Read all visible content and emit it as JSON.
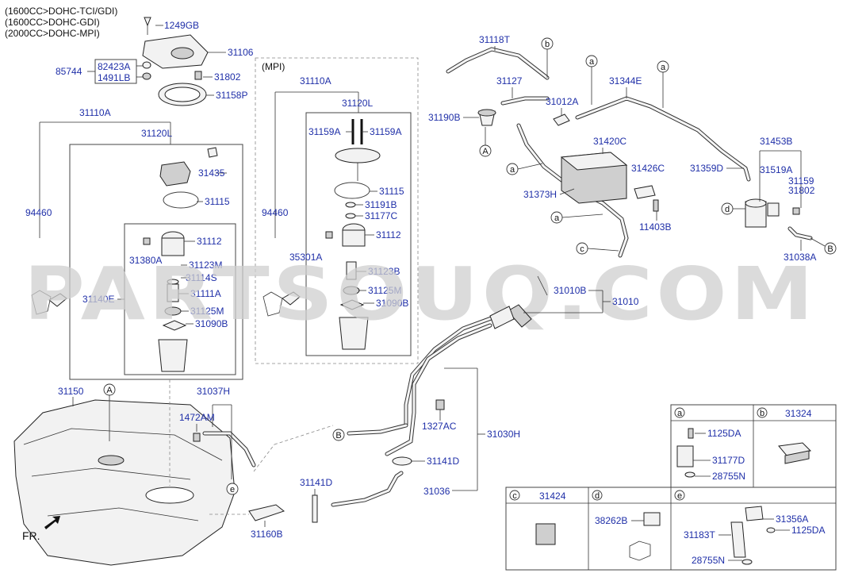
{
  "engine_notes": [
    "(1600CC>DOHC-TCI/GDI)",
    "(1600CC>DOHC-GDI)",
    "(2000CC>DOHC-MPI)"
  ],
  "mpi_label": "(MPI)",
  "watermark": "PARTSOUQ.COM",
  "fr_label": "FR.",
  "part_labels": {
    "p1249GB": "1249GB",
    "p31106": "31106",
    "p82423A": "82423A",
    "p1491LB": "1491LB",
    "p85744": "85744",
    "p31802a": "31802",
    "p31158P": "31158P",
    "p31110A_l": "31110A",
    "p31120L_l": "31120L",
    "p31435": "31435",
    "p31115_l": "31115",
    "p94460_l": "94460",
    "p31112_l": "31112",
    "p31380A": "31380A",
    "p31123M": "31123M",
    "p31114S": "31114S",
    "p31111A": "31111A",
    "p31140E": "31140E",
    "p31125M_l": "31125M",
    "p31090B_l": "31090B",
    "p31110A_m": "31110A",
    "p31120L_m": "31120L",
    "p31159A_1": "31159A",
    "p31159A_2": "31159A",
    "p31115_m": "31115",
    "p31191B": "31191B",
    "p31177C": "31177C",
    "p94460_m": "94460",
    "p31112_m": "31112",
    "p35301A": "35301A",
    "p31123B": "31123B",
    "p31125M_m": "31125M",
    "p31090B_m": "31090B",
    "p31118T": "31118T",
    "p31127": "31127",
    "p31012A": "31012A",
    "p31190B": "31190B",
    "p31344E": "31344E",
    "p31420C": "31420C",
    "p31426C": "31426C",
    "p31373H": "31373H",
    "p11403B": "11403B",
    "p31453B": "31453B",
    "p31359D": "31359D",
    "p31519A": "31519A",
    "p31159": "31159",
    "p31802b": "31802",
    "p31038A": "31038A",
    "p31010B": "31010B",
    "p31010": "31010",
    "p31150": "31150",
    "p31037H": "31037H",
    "p1472AM": "1472AM",
    "p1327AC": "1327AC",
    "p31030H": "31030H",
    "p31141D_a": "31141D",
    "p31141D_b": "31141D",
    "p31036": "31036",
    "p31160B": "31160B"
  },
  "callout_letters": {
    "A1": "A",
    "A2": "A",
    "B1": "B",
    "B2": "B",
    "b1": "b",
    "a1": "a",
    "a2": "a",
    "a3": "a",
    "a4": "a",
    "c1": "c",
    "d1": "d",
    "e1": "e"
  },
  "legend": {
    "cells": [
      {
        "letter": "a",
        "title": ""
      },
      {
        "letter": "b",
        "title": "31324"
      },
      {
        "letter": "c",
        "title": "31424"
      },
      {
        "letter": "d",
        "title": ""
      },
      {
        "letter": "e",
        "title": ""
      }
    ],
    "a_parts": [
      "1125DA",
      "31177D",
      "28755N"
    ],
    "d_parts": [
      "38262B"
    ],
    "e_parts": [
      "31356A",
      "1125DA",
      "31183T",
      "28755N"
    ]
  }
}
